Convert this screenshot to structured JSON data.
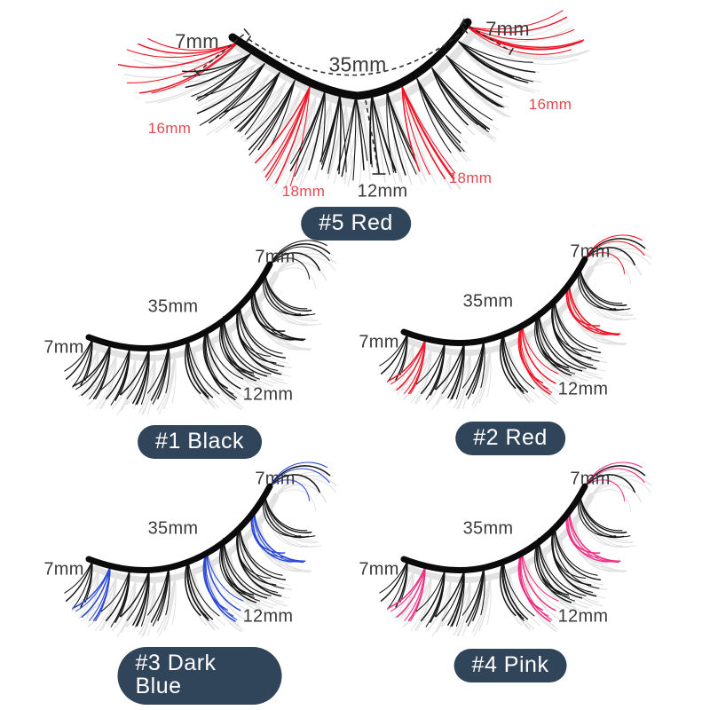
{
  "colors": {
    "background": "#ffffff",
    "badge_bg": "#31455a",
    "badge_text": "#ffffff",
    "label_dark": "#3a3a3a",
    "label_red": "#e04b52",
    "lash_black": "#161616",
    "accent_red": "#ee1426",
    "accent_blue": "#2847d6",
    "accent_pink": "#ee2f83"
  },
  "panel5": {
    "badge": "#5 Red",
    "accent": "#ee1426",
    "measurements": {
      "inner_left": "7mm",
      "inner_right": "7mm",
      "band": "35mm",
      "outer_left": "16mm",
      "outer_right": "16mm",
      "mid_left": "18mm",
      "mid_right": "18mm",
      "center": "12mm"
    }
  },
  "panels": [
    {
      "badge": "#1 Black",
      "accent": "#161616",
      "measurements": {
        "top": "7mm",
        "band": "35mm",
        "left": "7mm",
        "bottom": "12mm"
      }
    },
    {
      "badge": "#2 Red",
      "accent": "#ee1426",
      "measurements": {
        "top": "7mm",
        "band": "35mm",
        "left": "7mm",
        "bottom": "12mm"
      }
    },
    {
      "badge": "#3 Dark Blue",
      "accent": "#2847d6",
      "measurements": {
        "top": "7mm",
        "band": "35mm",
        "left": "7mm",
        "bottom": "12mm"
      }
    },
    {
      "badge": "#4 Pink",
      "accent": "#ee2f83",
      "measurements": {
        "top": "7mm",
        "band": "35mm",
        "left": "7mm",
        "bottom": "12mm"
      }
    }
  ]
}
